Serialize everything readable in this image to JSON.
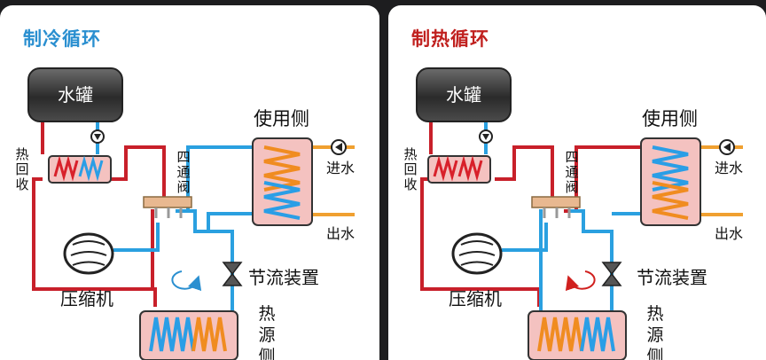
{
  "left_panel": {
    "title": "制冷循环",
    "title_color": "#2a8fd0",
    "tank": "水罐",
    "heat_recovery": "热回收",
    "four_way_valve": "四通阀",
    "user_side": "使用侧",
    "water_in": "进水",
    "water_out": "出水",
    "throttle": "节流装置",
    "compressor": "压缩机",
    "heat_source": "热源侧",
    "flow_arrow_color": "#2a8fd0"
  },
  "right_panel": {
    "title": "制热循环",
    "title_color": "#c0201e",
    "tank": "水罐",
    "heat_recovery": "热回收",
    "four_way_valve": "四通阀",
    "user_side": "使用侧",
    "water_in": "进水",
    "water_out": "出水",
    "throttle": "节流装置",
    "compressor": "压缩机",
    "heat_source": "热源侧",
    "flow_arrow_color": "#d0201e"
  },
  "colors": {
    "hot_pipe": "#c8202a",
    "cold_pipe": "#2aa0e0",
    "water_pipe": "#f0a030",
    "exchanger_fill": "#f4c2c0",
    "coil_orange": "#f08c20",
    "coil_blue": "#2a9ee6",
    "coil_red": "#d8202a",
    "valve_fill": "#e8b890"
  }
}
